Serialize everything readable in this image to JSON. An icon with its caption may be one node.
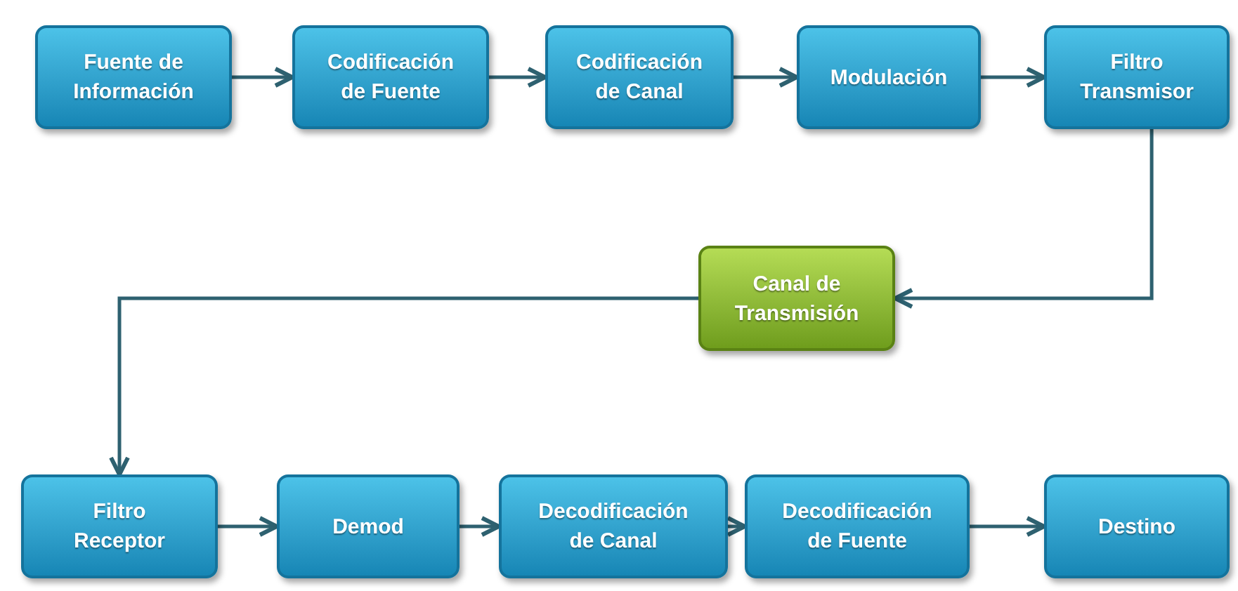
{
  "diagram": {
    "nodes": [
      {
        "text": [
          "Fuente de Información"
        ]
      },
      {
        "text": [
          "Codificación de Fuente"
        ]
      },
      {
        "text": [
          "Codificación de Canal"
        ]
      },
      {
        "text": [
          "Modulación"
        ]
      },
      {
        "text": [
          "Filtro Transmisor"
        ]
      },
      {
        "text": [
          "Canal de Transmisión"
        ]
      },
      {
        "text": [
          "Filtro Receptor"
        ]
      },
      {
        "text": [
          "Demod"
        ]
      },
      {
        "text": [
          "Decodificación de Canal"
        ]
      },
      {
        "text": [
          "Decodificación de Fuente"
        ]
      },
      {
        "text": [
          "Destino"
        ]
      }
    ],
    "edges": [
      {
        "from": 0,
        "to": 1,
        "arrow": "to"
      },
      {
        "from": 1,
        "to": 2,
        "arrow": "to"
      },
      {
        "from": 2,
        "to": 3,
        "arrow": "to"
      },
      {
        "from": 3,
        "to": 4,
        "arrow": "to"
      },
      {
        "from": 4,
        "to": 5,
        "arrow": "to"
      },
      {
        "from": 5,
        "to": 6,
        "arrow": "to"
      },
      {
        "from": 6,
        "to": 7,
        "arrow": "to"
      },
      {
        "from": 7,
        "to": 8,
        "arrow": "to"
      },
      {
        "from": 8,
        "to": 9,
        "arrow": "to"
      },
      {
        "from": 9,
        "to": 10,
        "arrow": "to"
      }
    ]
  }
}
